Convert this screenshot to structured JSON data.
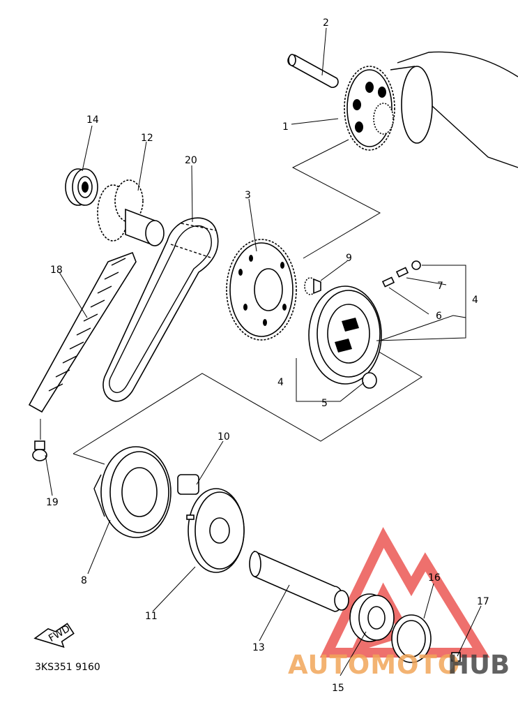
{
  "diagram": {
    "part_numbers": [
      "1",
      "2",
      "3",
      "4",
      "4",
      "5",
      "6",
      "7",
      "8",
      "9",
      "10",
      "11",
      "12",
      "13",
      "14",
      "15",
      "16",
      "17",
      "18",
      "19",
      "20"
    ],
    "labels": {
      "p1": "1",
      "p2": "2",
      "p3": "3",
      "p4a": "4",
      "p4b": "4",
      "p5": "5",
      "p6": "6",
      "p7": "7",
      "p8": "8",
      "p9": "9",
      "p10": "10",
      "p11": "11",
      "p12": "12",
      "p13": "13",
      "p14": "14",
      "p15": "15",
      "p16": "16",
      "p17": "17",
      "p18": "18",
      "p19": "19",
      "p20": "20"
    },
    "fwd_label": "FWD",
    "drawing_code": "3KS351 9160",
    "watermark": {
      "text": "AUTOMOTOHUB",
      "auto": "AUTOMOTO",
      "hub": "HUB",
      "color_red": "#e8403c",
      "color_orange": "#f2a65a",
      "color_dark": "#3a3a3a"
    }
  }
}
